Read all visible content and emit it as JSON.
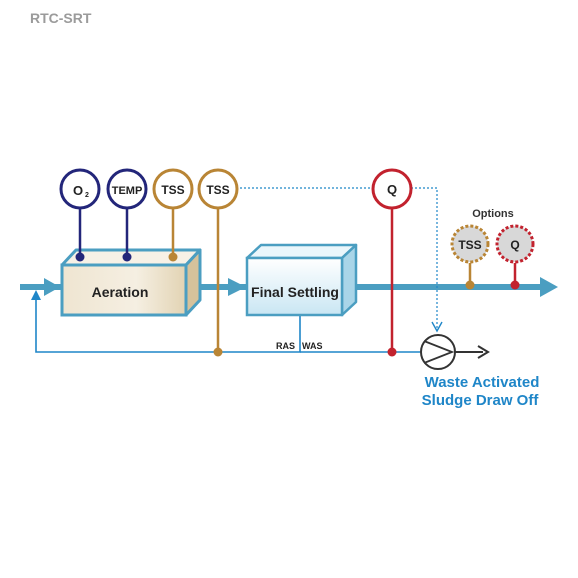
{
  "header": {
    "title": "RTC-SRT"
  },
  "process": {
    "aeration_label": "Aeration",
    "settling_label": "Final Settling",
    "ras_label": "RAS",
    "was_label": "WAS"
  },
  "sensors": {
    "o2": "O",
    "o2_sub": "2",
    "temp": "TEMP",
    "tss1": "TSS",
    "tss2": "TSS",
    "q": "Q"
  },
  "options": {
    "label": "Options",
    "tss": "TSS",
    "q": "Q"
  },
  "waste": {
    "line1": "Waste Activated",
    "line2": "Sludge Draw Off"
  },
  "colors": {
    "flow": "#4b9ec1",
    "navy": "#23267a",
    "gold": "#b98535",
    "red": "#c2222e",
    "blue_text": "#1f86c8"
  }
}
